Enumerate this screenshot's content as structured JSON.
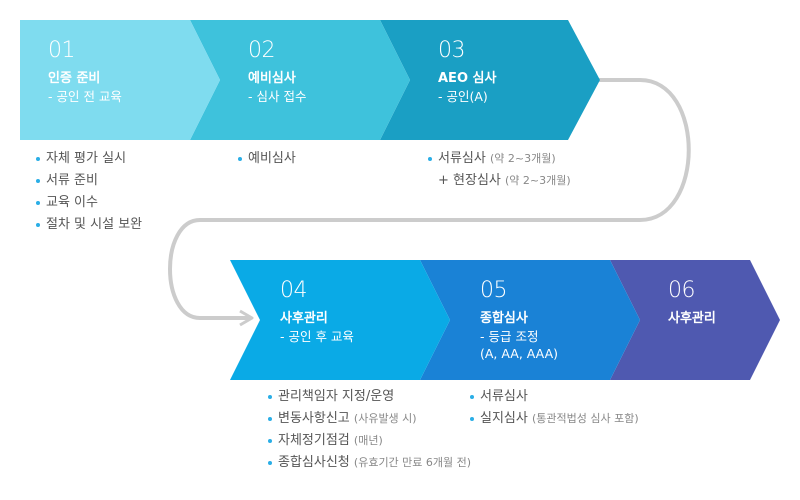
{
  "steps": [
    {
      "num": "01",
      "title": "인증 준비",
      "sub": [
        "- 공인 전 교육"
      ],
      "color": "#7fdcef"
    },
    {
      "num": "02",
      "title": "예비심사",
      "sub": [
        "- 심사 접수"
      ],
      "color": "#3ec2dc"
    },
    {
      "num": "03",
      "title": "AEO 심사",
      "sub": [
        "- 공인(A)"
      ],
      "color": "#1a9fc4"
    },
    {
      "num": "04",
      "title": "사후관리",
      "sub": [
        "- 공인 후 교육"
      ],
      "color": "#0aaae6"
    },
    {
      "num": "05",
      "title": "종합심사",
      "sub": [
        "- 등급 조정",
        "(A, AA, AAA)"
      ],
      "color": "#1a82d6"
    },
    {
      "num": "06",
      "title": "사후관리",
      "sub": [],
      "color": "#4f59b0"
    }
  ],
  "details": {
    "step1": [
      "자체 평가 실시",
      "서류 준비",
      "교육 이수",
      "절차 및 시설 보완"
    ],
    "step2": [
      "예비심사"
    ],
    "step3": [
      {
        "main": "서류심사",
        "note": "(약 2~3개월)"
      },
      {
        "main": "+ 현장심사",
        "note": "(약 2~3개월)"
      }
    ],
    "step4": [
      {
        "main": "관리책임자 지정/운영",
        "note": ""
      },
      {
        "main": "변동사항신고",
        "note": "(사유발생 시)"
      },
      {
        "main": "자체정기점검",
        "note": "(매년)"
      },
      {
        "main": "종합심사신청",
        "note": "(유효기간 만료 6개월 전)"
      }
    ],
    "step5": [
      {
        "main": "서류심사",
        "note": ""
      },
      {
        "main": "실지심사",
        "note": "(통관적법성 심사 포함)"
      }
    ]
  },
  "colors": {
    "bullet": "#2aaee6",
    "connector": "#cccccc",
    "text": "#555555",
    "note": "#888888"
  }
}
